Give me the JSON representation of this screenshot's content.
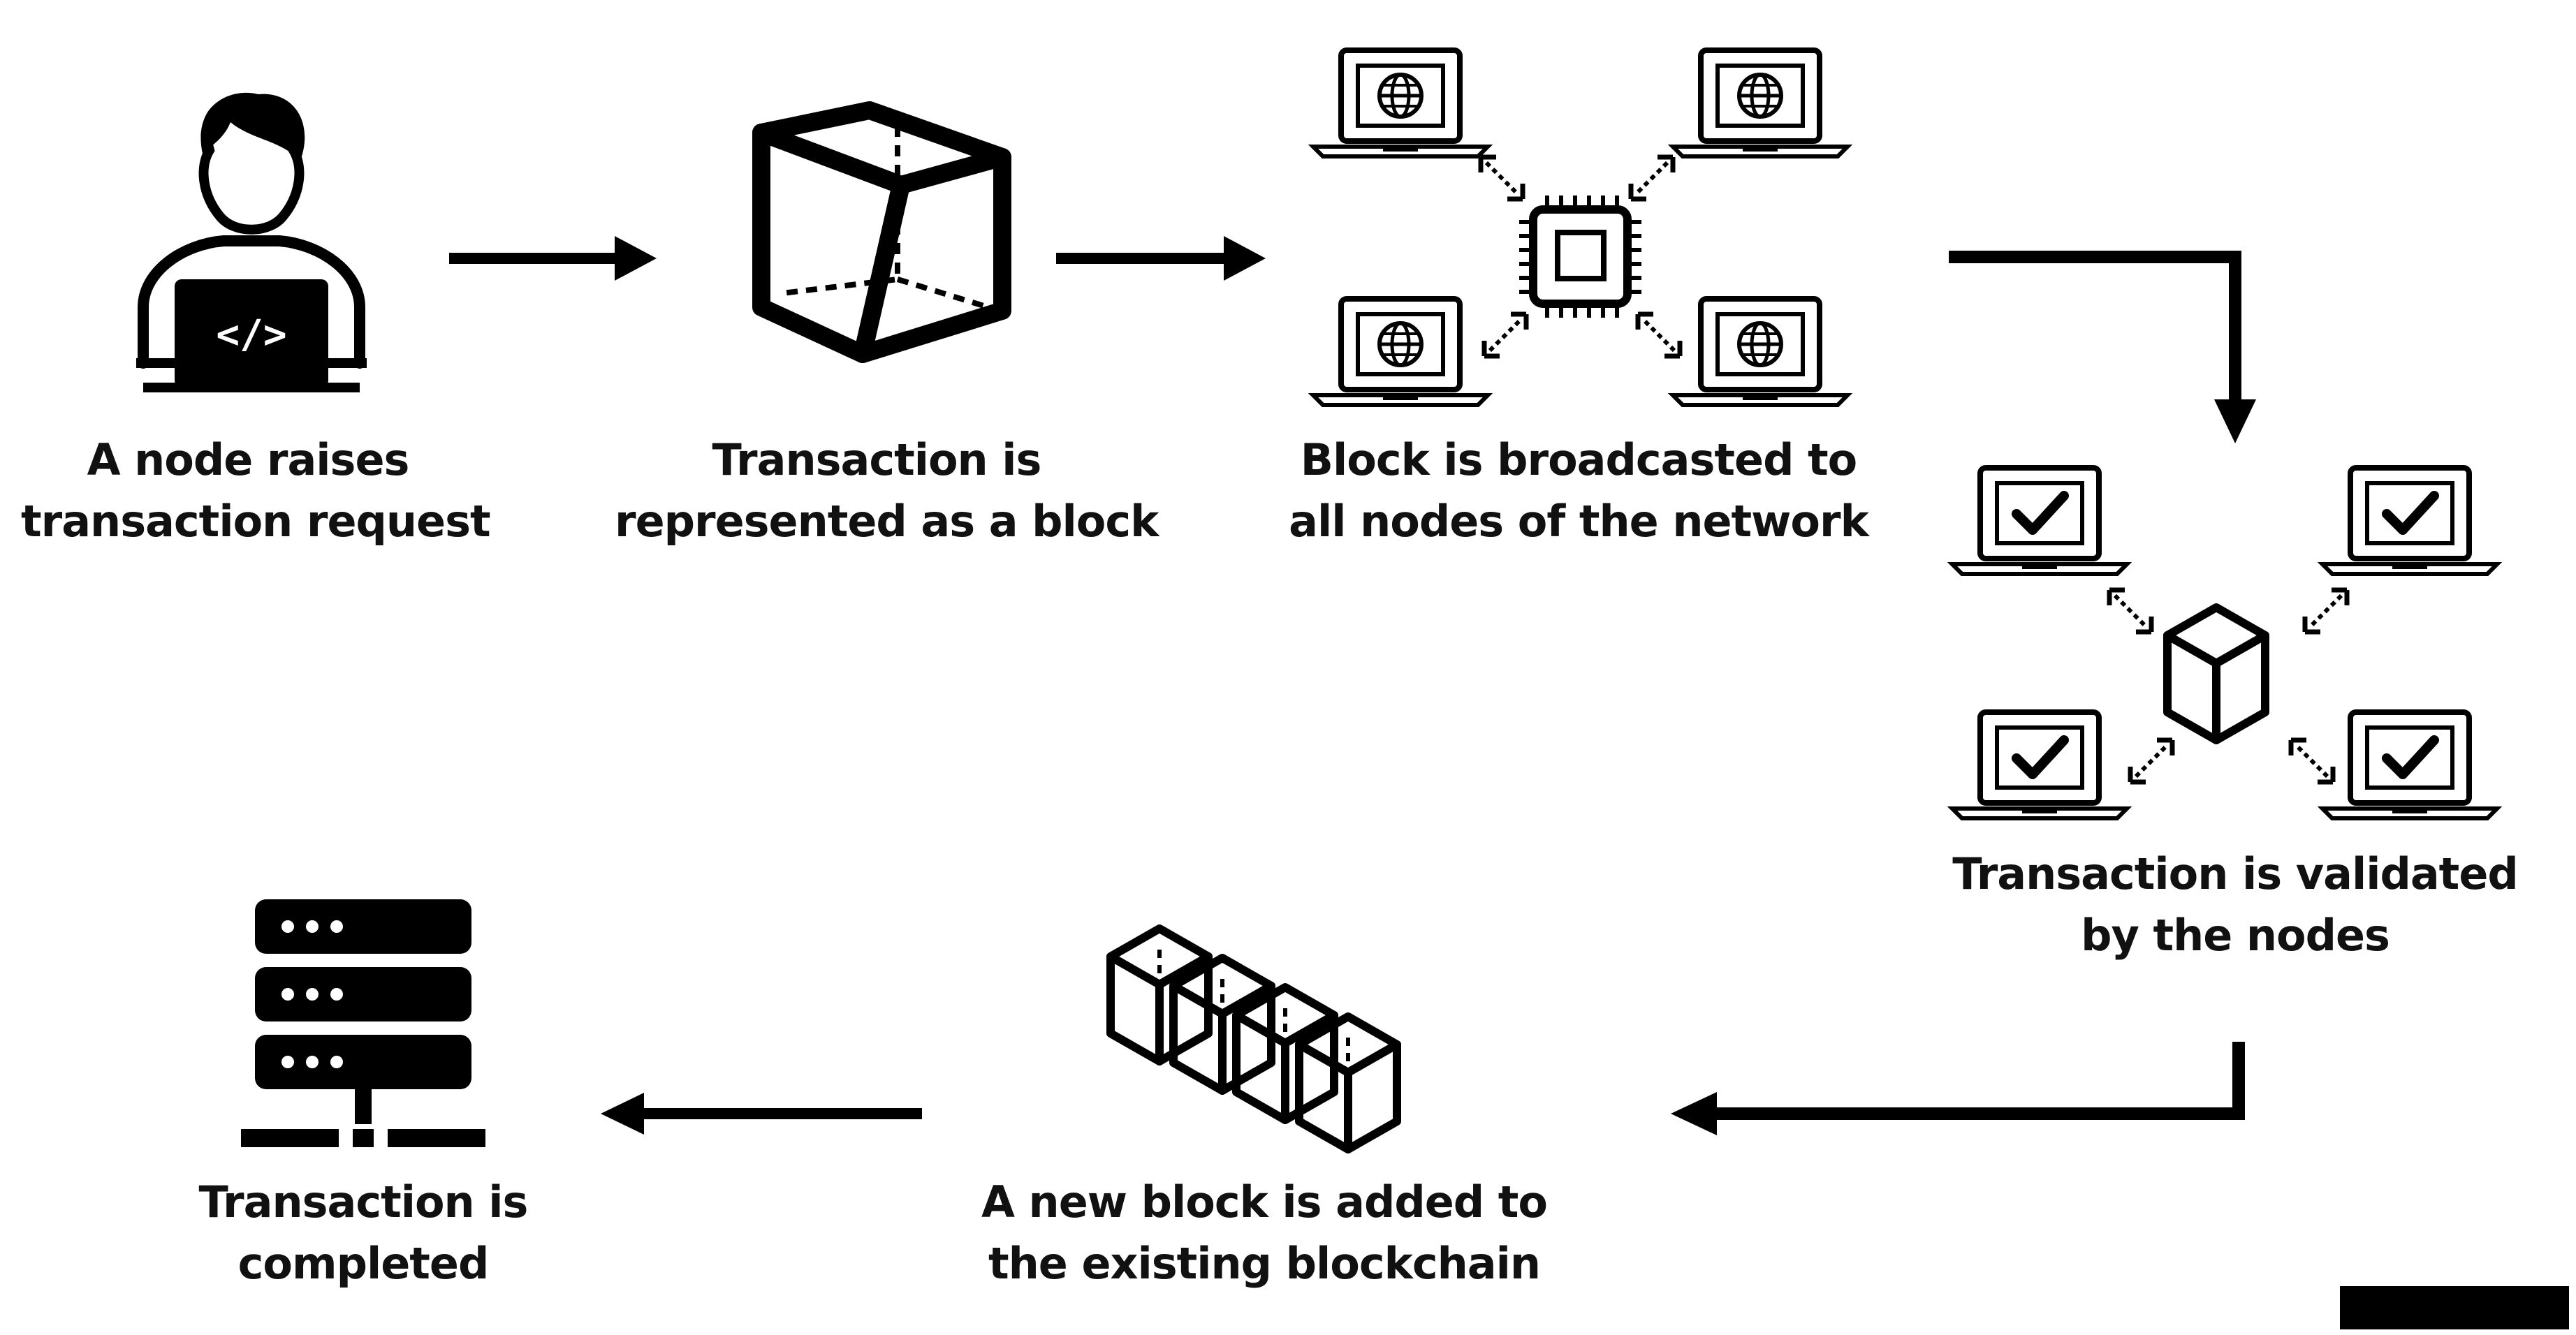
{
  "colors": {
    "ink": "#000000",
    "background": "#ffffff"
  },
  "steps": [
    {
      "id": "raise",
      "icon": "developer-laptop-icon",
      "lines": [
        "A node raises",
        "transaction request"
      ]
    },
    {
      "id": "block",
      "icon": "cube-block-icon",
      "lines": [
        "Transaction is",
        "represented as a block"
      ]
    },
    {
      "id": "broadcast",
      "icon": "network-broadcast-icon",
      "lines": [
        "Block is broadcasted to",
        "all nodes of the network"
      ]
    },
    {
      "id": "validate",
      "icon": "validation-network-icon",
      "lines": [
        "Transaction is validated",
        "by the nodes"
      ]
    },
    {
      "id": "chain",
      "icon": "blockchain-icon",
      "lines": [
        "A new block is added to",
        "the existing blockchain"
      ]
    },
    {
      "id": "complete",
      "icon": "server-icon",
      "lines": [
        "Transaction is",
        "completed"
      ]
    }
  ]
}
